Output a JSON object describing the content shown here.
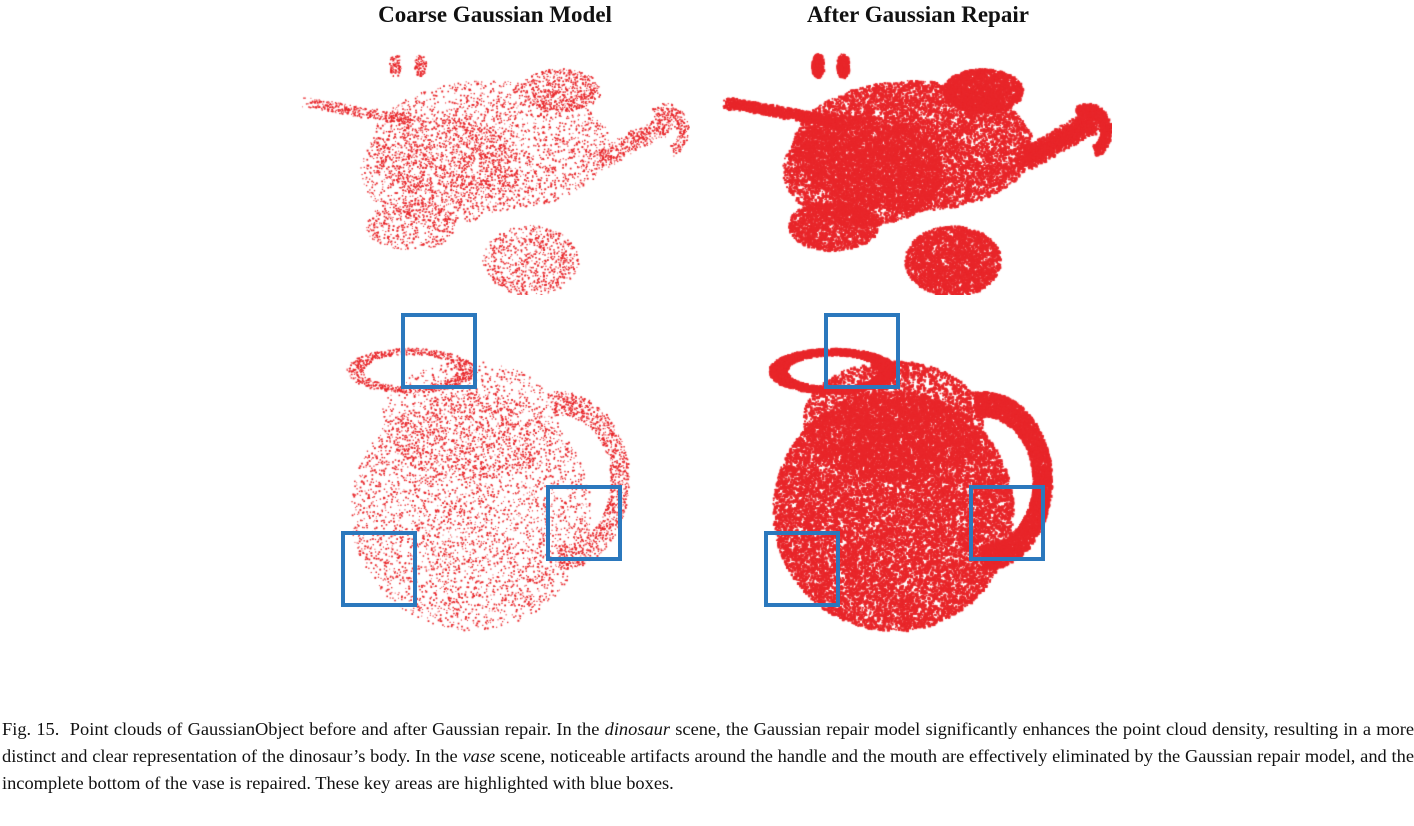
{
  "columns": {
    "left_title": "Coarse Gaussian Model",
    "right_title": "After Gaussian Repair"
  },
  "point_color": "#e8262a",
  "highlight_color": "#2b78bd",
  "caption": {
    "label": "Fig. 15.",
    "part1": "Point clouds of GaussianObject before and after Gaussian repair. In the ",
    "em1": "dinosaur",
    "part2": " scene, the Gaussian repair model significantly enhances the point cloud density, resulting in a more distinct and clear representation of the dinosaur’s body. In the ",
    "em2": "vase",
    "part3": " scene, noticeable artifacts around the handle and the mouth are effectively eliminated by the Gaussian repair model, and the incomplete bottom of the vase is repaired. These key areas are highlighted with blue boxes."
  }
}
